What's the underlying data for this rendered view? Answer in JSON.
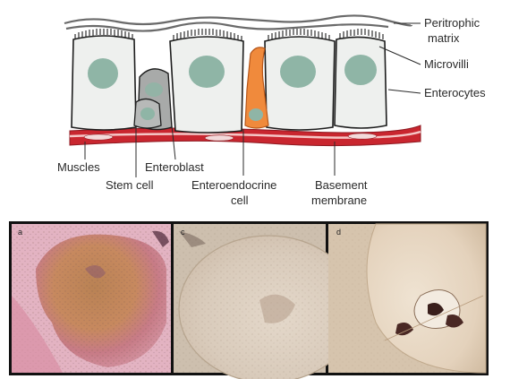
{
  "diagram": {
    "labels": {
      "peritrophic_line1": "Peritrophic",
      "peritrophic_line2": "matrix",
      "microvilli": "Microvilli",
      "enterocytes": "Enterocytes",
      "muscles": "Muscles",
      "enteroblast": "Enteroblast",
      "stem_cell": "Stem cell",
      "enteroendocrine_line1": "Enteroendocrine",
      "enteroendocrine_line2": "cell",
      "basement_line1": "Basement",
      "basement_line2": "membrane"
    },
    "colors": {
      "enterocyte_fill": "#eef0ee",
      "nucleus": "#8fb5a6",
      "stem_gray": "#a8aaa9",
      "enteroendocrine": "#f08a3c",
      "muscle_red": "#c9262f",
      "basement_pink": "#f5c6c6",
      "matrix_gray": "#6a6a6a",
      "outline": "#1d1d1d"
    }
  },
  "micrographs": {
    "panels": [
      {
        "tag": "a",
        "stain": "he-pink"
      },
      {
        "tag": "c",
        "stain": "pale-tan"
      },
      {
        "tag": "d",
        "stain": "beige-dark-blob"
      }
    ]
  }
}
